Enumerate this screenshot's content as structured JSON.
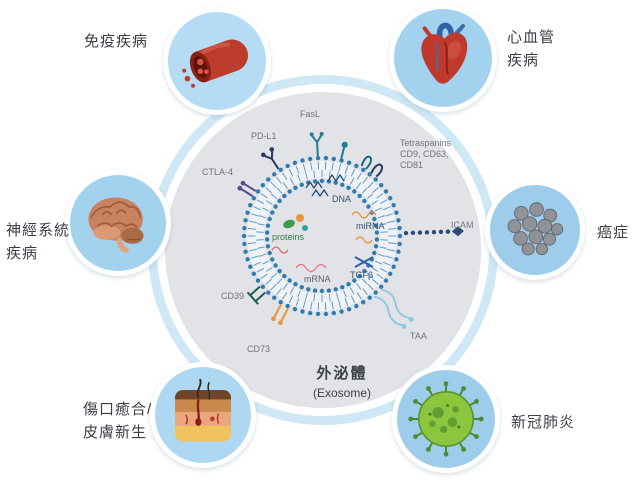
{
  "title": {
    "zh": "外泌體",
    "en": "(Exosome)"
  },
  "diseases": {
    "immune": {
      "label": "免疫疾病"
    },
    "cardiovascular": {
      "line1": "心血管",
      "line2": "疾病"
    },
    "neuro": {
      "line1": "神經系統",
      "line2": "疾病"
    },
    "cancer": {
      "label": "癌症"
    },
    "wound": {
      "line1": "傷口癒合/",
      "line2": "皮膚新生"
    },
    "covid": {
      "label": "新冠肺炎"
    }
  },
  "markers": {
    "fasl": "FasL",
    "pdl1": "PD-L1",
    "ctla4": "CTLA-4",
    "tetraspanins_line1": "Tetraspanins",
    "tetraspanins_line2": "CD9, CD63,",
    "tetraspanins_line3": "CD81",
    "icam": "ICAM",
    "cd39": "CD39",
    "cd73": "CD73",
    "taa": "TAA"
  },
  "cargo": {
    "dna": "DNA",
    "proteins": "proteins",
    "mirna": "miRNA",
    "mrna": "mRNA",
    "tgfb": "TGFβ"
  },
  "icons": {
    "immune": "blood-vessel-icon",
    "cardiovascular": "heart-icon",
    "neuro": "brain-icon",
    "cancer": "tumor-cells-icon",
    "wound": "skin-icon",
    "covid": "virus-icon"
  },
  "colors": {
    "ring": "#cfe8f6",
    "disc": "#e2e3e6",
    "satellite": "#a6d3ee",
    "membrane": "#2f7cb0",
    "label_text": "#3a3f47",
    "marker_text": "#70757c"
  }
}
